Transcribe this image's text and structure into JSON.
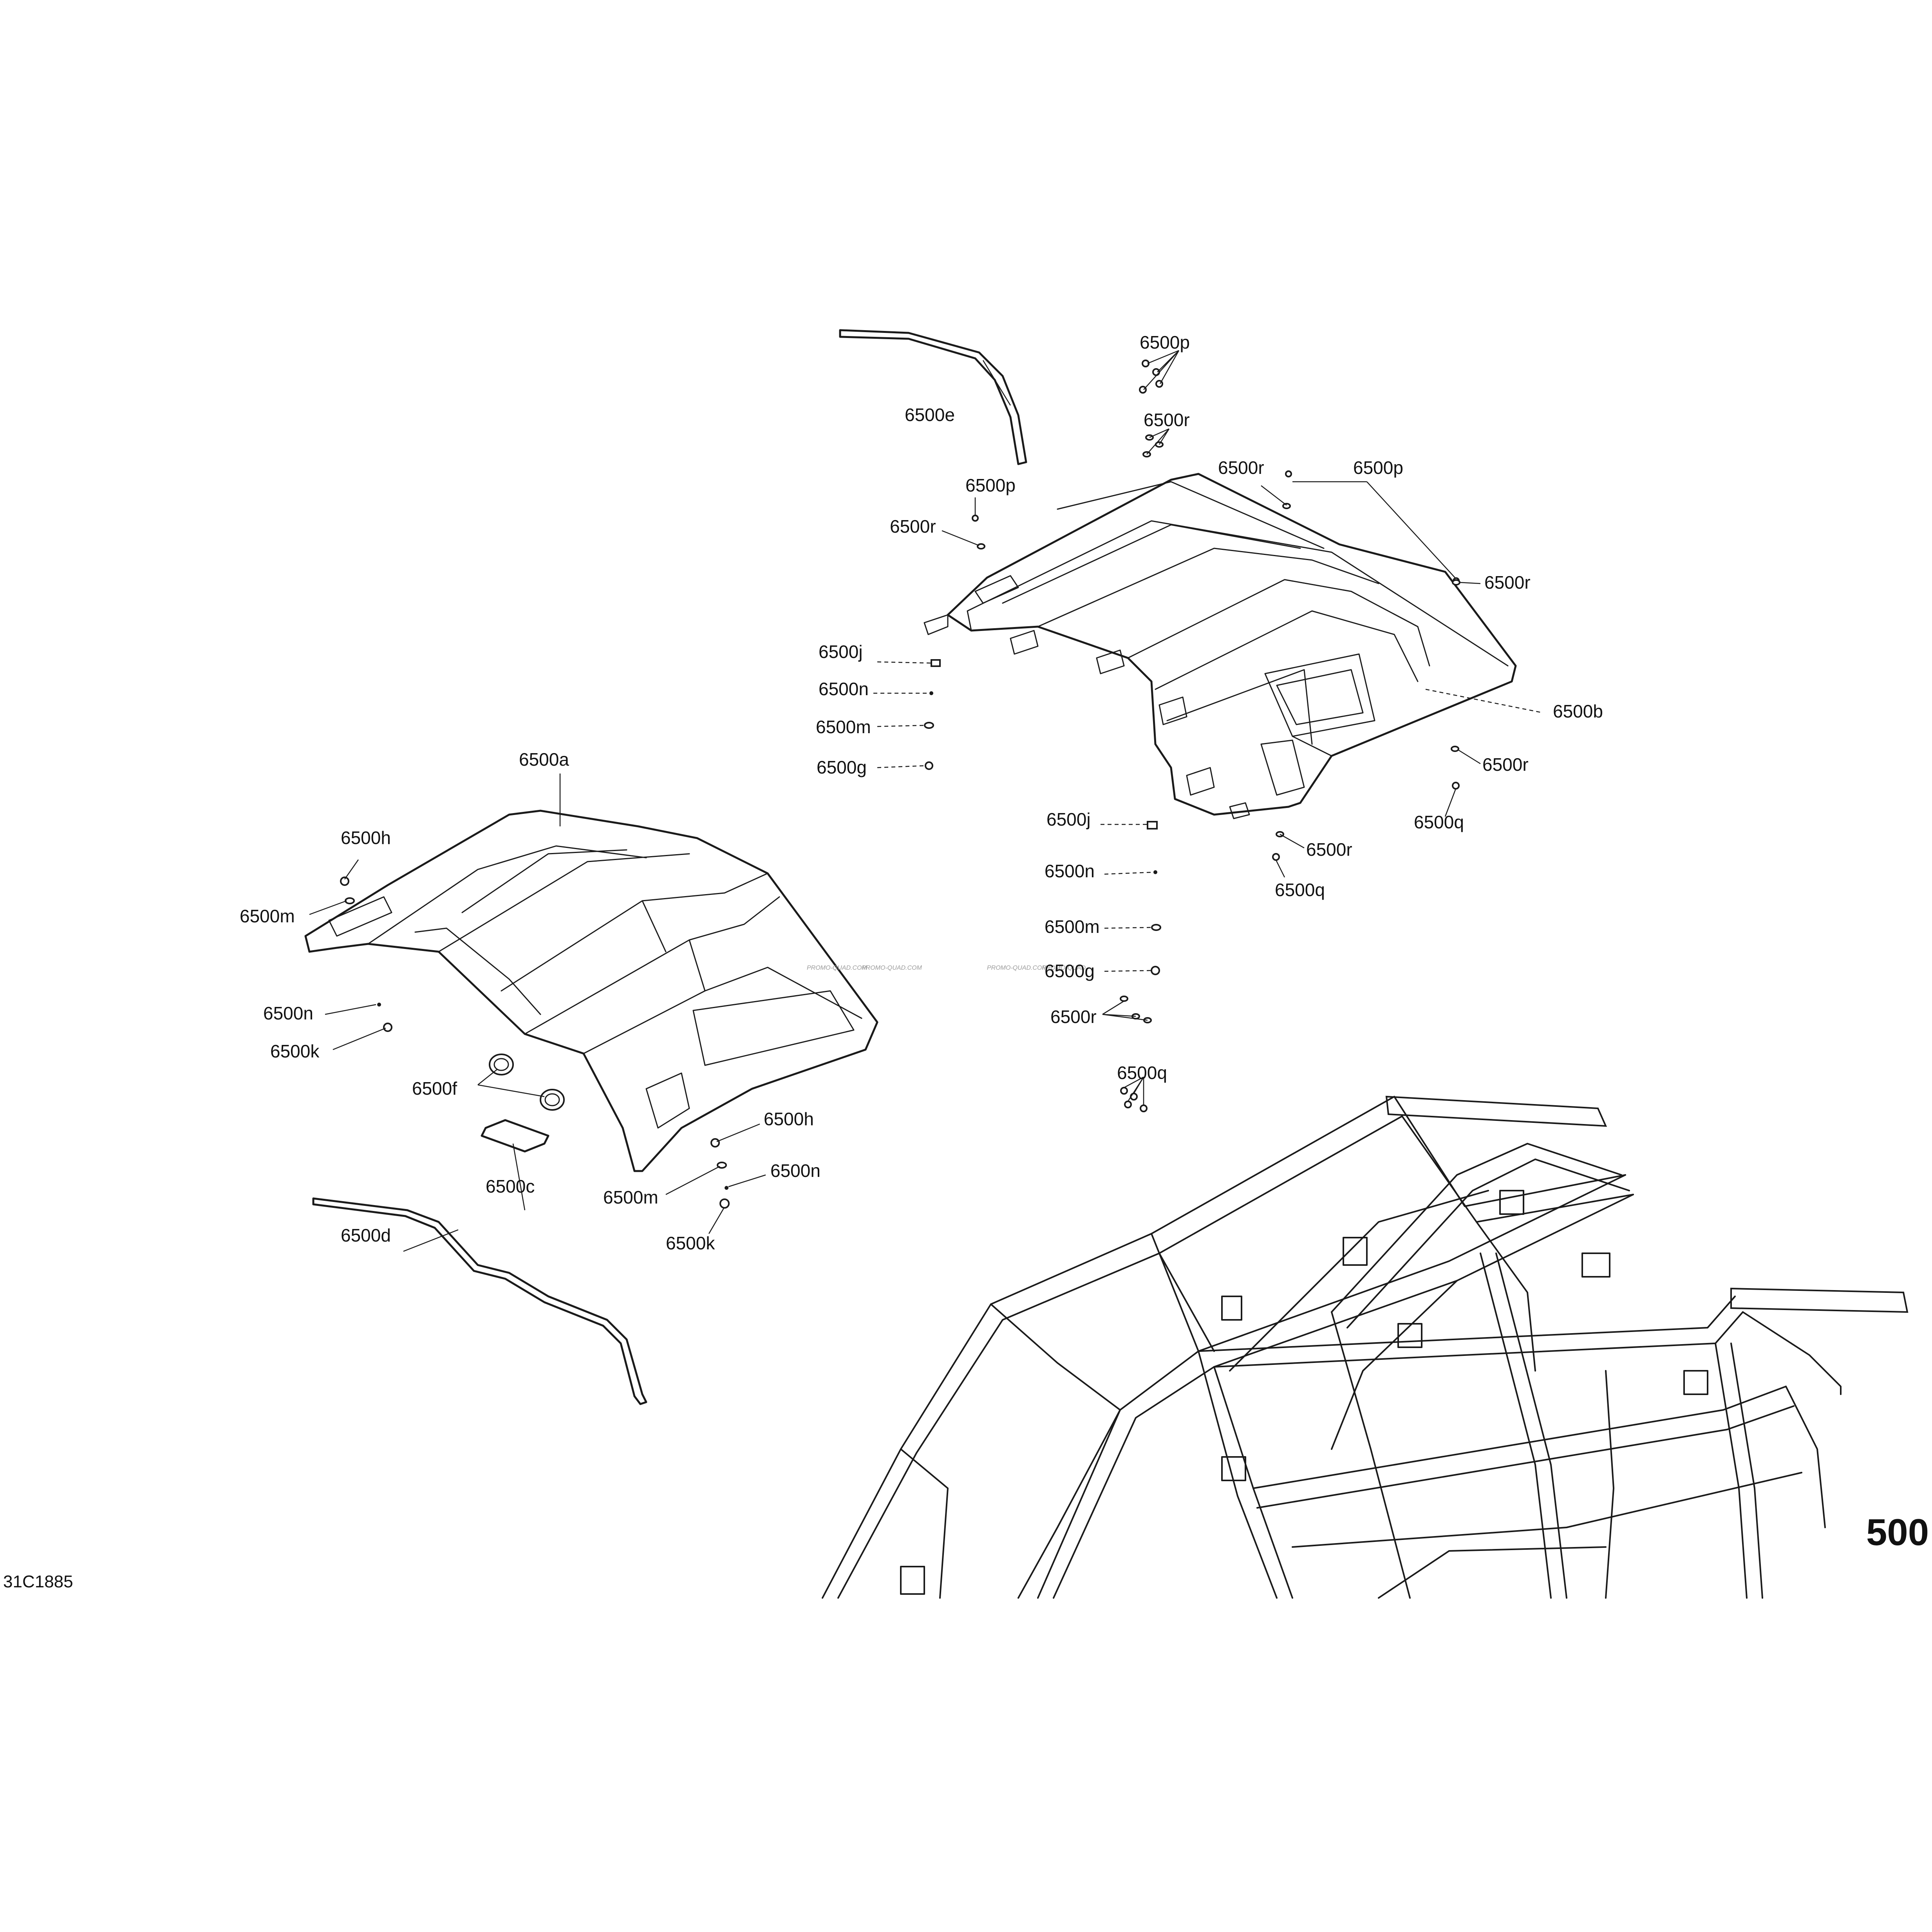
{
  "diagram": {
    "reference_code": "31C1885",
    "page_number": "500",
    "watermark": [
      "PROMO-QUAD.COM",
      "PROMO-QUAD.COM",
      "PROMO-QUAD.COM",
      "PROMO-QUAD"
    ]
  },
  "callouts": {
    "front_roof_panel": "6500a",
    "rear_roof_panel": "6500b",
    "pad": "6500c",
    "front_edge_strip": "6500d",
    "rear_edge_strip": "6500e",
    "light_housing": "6500f",
    "h_front_left": "6500h",
    "m_front_left": "6500m",
    "n_front_left": "6500n",
    "k_front_left": "6500k",
    "h_front_right": "6500h",
    "m_front_right": "6500m",
    "n_front_right": "6500n",
    "k_front_right": "6500k",
    "p_top": "6500p",
    "r_top": "6500r",
    "p_left": "6500p",
    "r_left": "6500r",
    "r_top_right": "6500r",
    "p_right": "6500p",
    "r_right": "6500r",
    "r_right_lower": "6500r",
    "q_right": "6500q",
    "j_upper": "6500j",
    "n_upper": "6500n",
    "m_upper": "6500m",
    "g_upper": "6500g",
    "j_lower": "6500j",
    "n_lower": "6500n",
    "m_lower": "6500m",
    "g_lower": "6500g",
    "r_lower": "6500r",
    "q_lower": "6500q",
    "r_mid": "6500r",
    "q_mid": "6500q"
  }
}
